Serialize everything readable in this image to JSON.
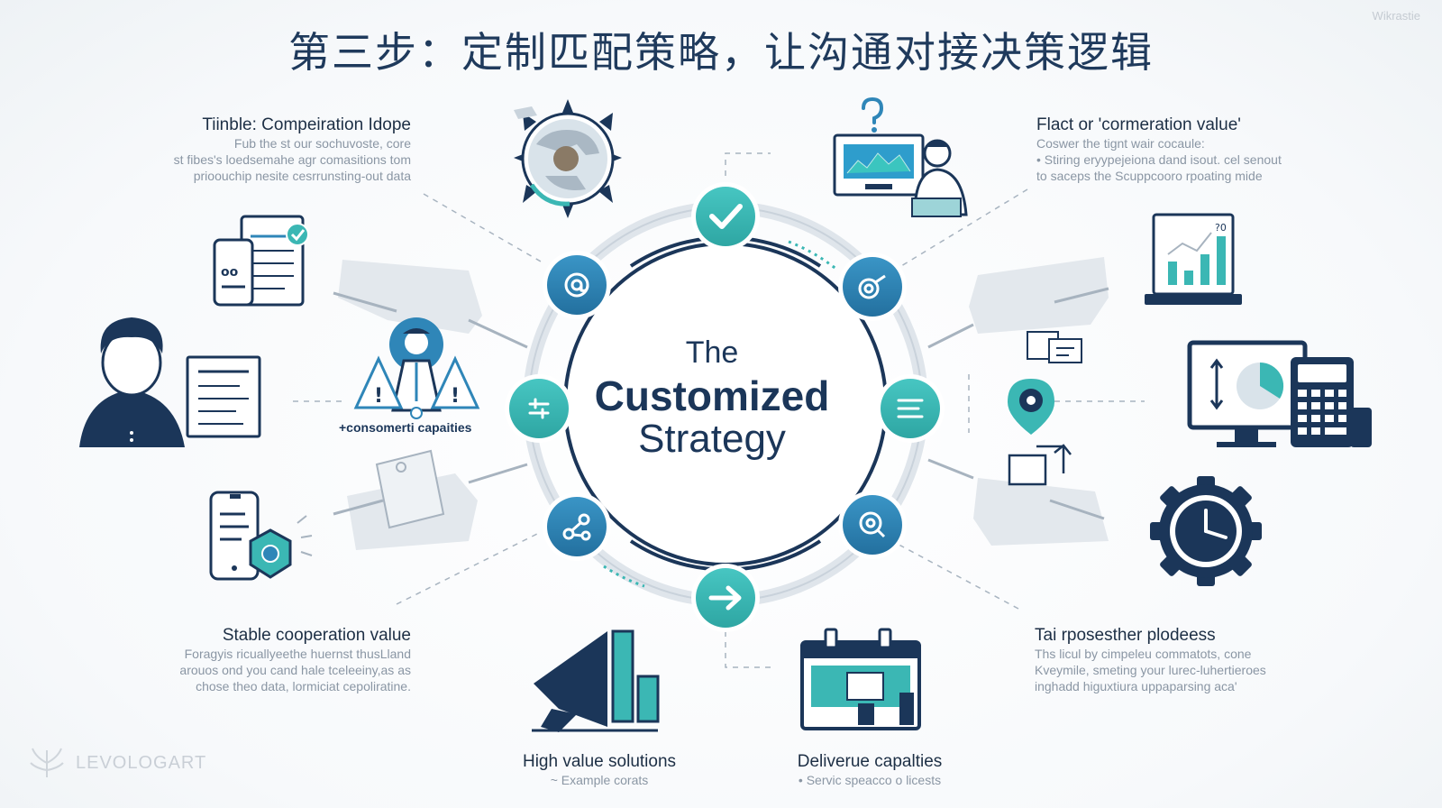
{
  "title": "第三步：定制匹配策略，让沟通对接决策逻辑",
  "watermark": "Wikrastie",
  "brand": "LEVOLOGART",
  "center": {
    "line1": "The",
    "line2": "Customized",
    "line3": "Strategy"
  },
  "callout_label": "+consomerti capaities",
  "blocks": {
    "top_left": {
      "heading": "Tiinble: Compeiration Idope",
      "lines": [
        "Fub the st our sochuvoste, core",
        "st fibes's loedsemahe agr comasitions tom",
        "prioouchip nesite cesrrunsting-out data"
      ]
    },
    "top_right": {
      "heading": "Flact or 'cormeration value'",
      "lines": [
        "Coswer the tignt wair cocaule:",
        "• Stiring eryypejeiona dand isout. cel senout",
        "to saceps the Scuppcooro rpoating mide"
      ]
    },
    "bottom_left": {
      "heading": "Stable cooperation value",
      "lines": [
        "Foragyis ricuallyeethe huernst thusLland",
        "arouos ond you cand hale tceleeiny,as as",
        "chose theo data, lormiciat cepoliratine."
      ]
    },
    "bottom_right": {
      "heading": "Tai rposesther plodeess",
      "lines": [
        "Ths licul by cimpeleu commatots, cone",
        "Kveymile, smeting your lurec-luhertieroes",
        "inghadd higuxtiura uppaparsing aca'"
      ]
    },
    "bottom_mid_left": {
      "heading": "High value solutions",
      "lines": [
        "~ Example corats"
      ]
    },
    "bottom_mid_right": {
      "heading": "Deliverue capalties",
      "lines": [
        "• Servic speacco o licests"
      ]
    }
  },
  "colors": {
    "navy": "#1b3659",
    "blue": "#2f86b8",
    "teal": "#3bb7b4",
    "ring": "#dfe5eb"
  },
  "ring_nodes": [
    {
      "name": "check-icon"
    },
    {
      "name": "at-sign-icon"
    },
    {
      "name": "target-icon"
    },
    {
      "name": "equalizer-icon"
    },
    {
      "name": "menu-icon"
    },
    {
      "name": "search-icon"
    },
    {
      "name": "arrow-right-icon"
    },
    {
      "name": "share-icon"
    }
  ]
}
